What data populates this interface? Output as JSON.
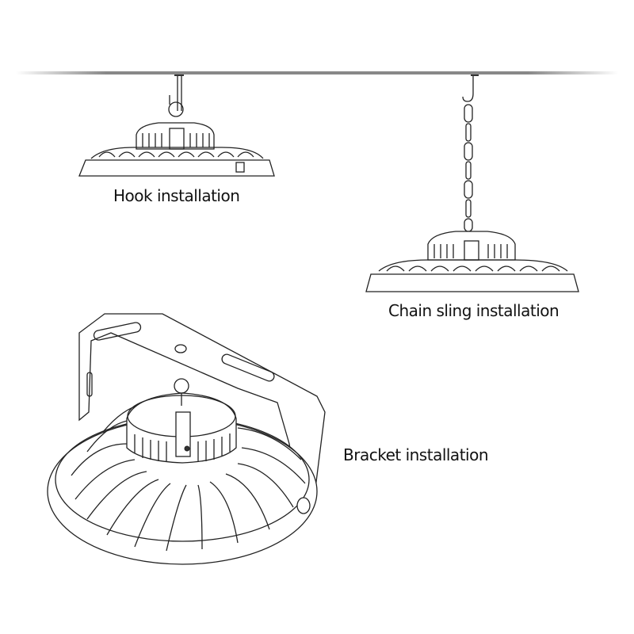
{
  "labels": {
    "hook": "Hook installation",
    "chain": "Chain sling installation",
    "bracket": "Bracket installation"
  },
  "colors": {
    "line": "#222222",
    "ceiling": "#888888"
  }
}
